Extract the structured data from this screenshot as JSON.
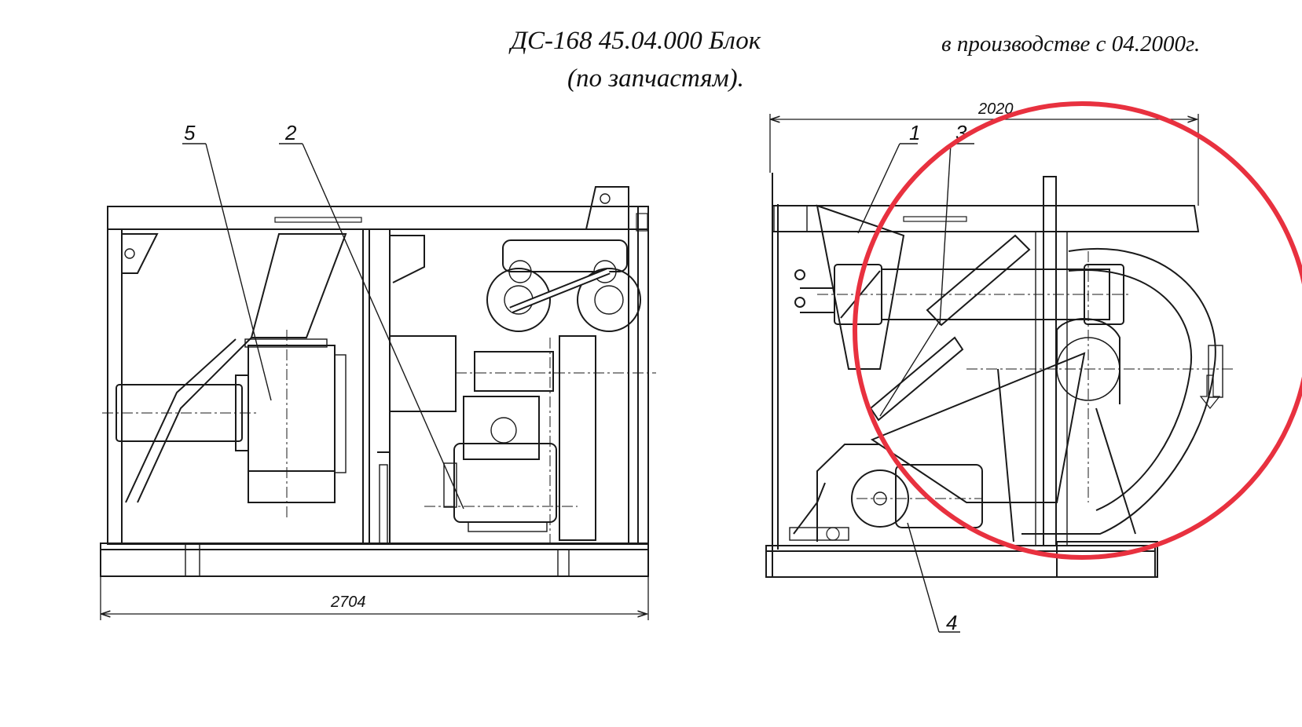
{
  "header": {
    "title_line1": "ДС-168 45.04.000 Блок",
    "title_line2": "(по запчастям).",
    "subtitle": "в производстве с 04.2000г."
  },
  "drawing": {
    "left_view": {
      "callouts": [
        "5",
        "2"
      ],
      "dimension_width": "2704"
    },
    "right_view": {
      "callouts": [
        "1",
        "3",
        "4"
      ],
      "dimension_width": "2020"
    },
    "highlight_color": "#e8313f",
    "line_color": "#1a1a1a"
  }
}
